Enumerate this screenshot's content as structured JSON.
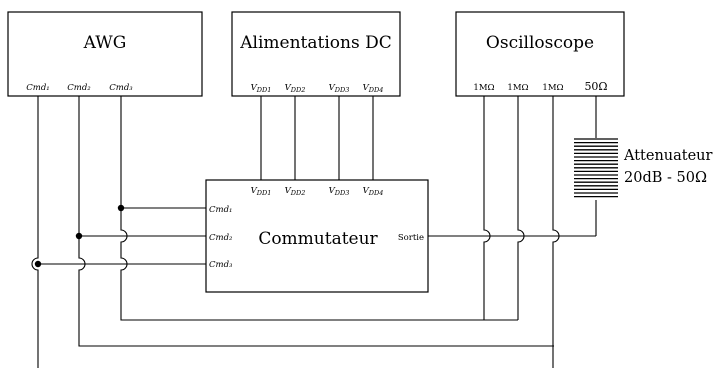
{
  "awg": {
    "title": "AWG",
    "ports": [
      "Cmd₁",
      "Cmd₂",
      "Cmd₃"
    ]
  },
  "dc": {
    "title": "Alimentations DC",
    "ports": [
      "V_DD1",
      "V_DD2",
      "V_DD3",
      "V_DD4"
    ]
  },
  "scope": {
    "title": "Oscilloscope",
    "ports": [
      "1MΩ",
      "1MΩ",
      "1MΩ",
      "50Ω"
    ]
  },
  "switch": {
    "title": "Commutateur",
    "top_ports": [
      "V_DD1",
      "V_DD2",
      "V_DD3",
      "V_DD4"
    ],
    "left_ports": [
      "Cmd₁",
      "Cmd₂",
      "Cmd₃"
    ],
    "output": "Sortie"
  },
  "attenuator": {
    "line1": "Attenuateur",
    "line2": "20dB - 50Ω"
  }
}
